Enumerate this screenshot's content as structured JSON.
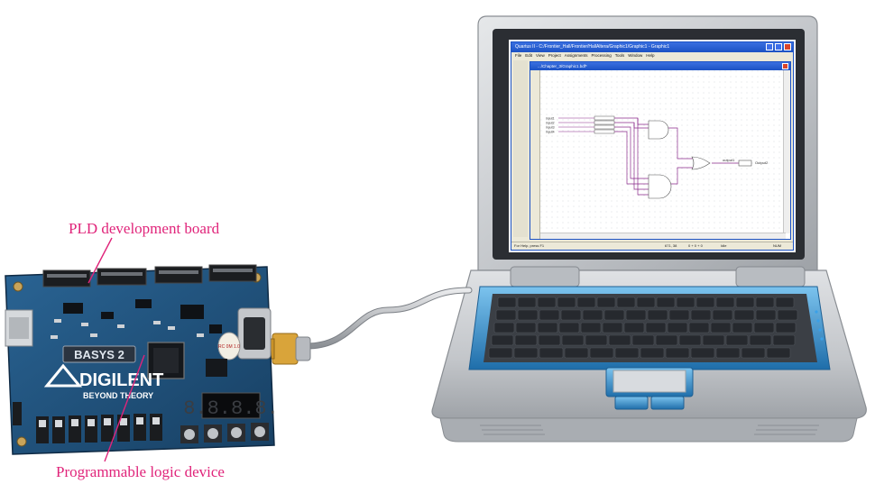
{
  "labels": {
    "board": "PLD development board",
    "pld": "Programmable logic device"
  },
  "board": {
    "brand": "DIGILENT",
    "tagline": "BEYOND THEORY",
    "model": "BASYS 2",
    "display": "8.8.8.8.",
    "chip_marking": "RC 0M 1.0"
  },
  "app_window": {
    "title": "Quartus II - C:/Frontier_Hall/Frontier/HallAltera/Graphic1/Graphic1 - Graphic1",
    "menu": [
      "File",
      "Edit",
      "View",
      "Project",
      "Assignments",
      "Processing",
      "Tools",
      "Window",
      "Help"
    ],
    "doc_title": ".../Chapter_3/Graphic1.bdf*",
    "status_left": "For Help, press F1",
    "status_mid": "671, 38",
    "status_zoom": "0 + 0 + 0",
    "status_idle": "Idle",
    "status_num": "NUM"
  },
  "schematic": {
    "inputs": [
      "input1",
      "input2",
      "input3",
      "input4"
    ],
    "output": "output1",
    "output_pin": "Output2"
  },
  "colors": {
    "label": "#e0247a",
    "board_pcb": "#1f4f78",
    "laptop_body": "#c9ccd0",
    "keyboard_trim": "#2a7fc0",
    "title_bar": "#1c52c4"
  }
}
